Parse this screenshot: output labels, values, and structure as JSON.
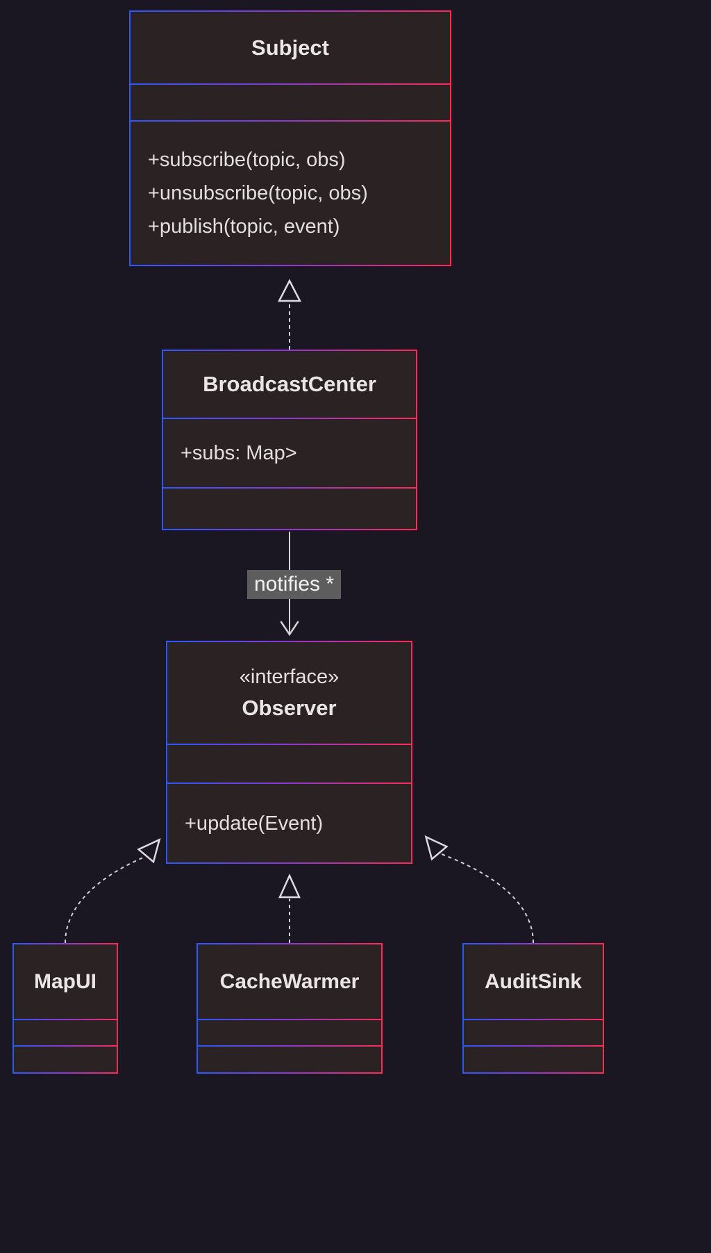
{
  "colors": {
    "canvas_background": "#1a1723",
    "node_fill": "#2b2224",
    "border_gradient_start": "#2b57ff",
    "border_gradient_mid": "#8e38cf",
    "border_gradient_end": "#ff2a55",
    "edge_color": "#d4d2d6",
    "edge_label_background": "#5d5d5d",
    "text_color": "#eae6e3"
  },
  "classes": {
    "subject": {
      "title": "Subject",
      "methods": [
        "+subscribe(topic, obs)",
        "+unsubscribe(topic, obs)",
        "+publish(topic, event)"
      ]
    },
    "broadcast_center": {
      "title": "BroadcastCenter",
      "attributes": [
        "+subs: Map>"
      ]
    },
    "observer": {
      "stereotype": "«interface»",
      "title": "Observer",
      "methods": [
        "+update(Event)"
      ]
    },
    "map_ui": {
      "title": "MapUI"
    },
    "cache_warmer": {
      "title": "CacheWarmer"
    },
    "audit_sink": {
      "title": "AuditSink"
    }
  },
  "edges": {
    "notifies": {
      "label": "notifies *"
    }
  }
}
